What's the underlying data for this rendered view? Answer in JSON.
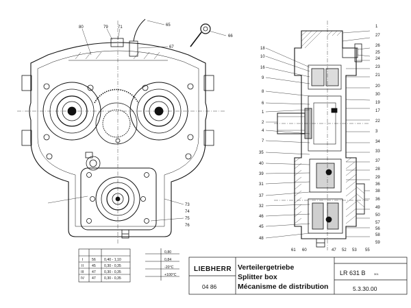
{
  "left_callouts": [
    {
      "n": "80"
    },
    {
      "n": "79"
    },
    {
      "n": "71"
    },
    {
      "n": "65"
    },
    {
      "n": "66"
    },
    {
      "n": "67"
    },
    {
      "n": "73"
    },
    {
      "n": "74"
    },
    {
      "n": "75"
    },
    {
      "n": "76"
    }
  ],
  "right_callouts_left": [
    {
      "n": "18"
    },
    {
      "n": "10"
    },
    {
      "n": "16"
    },
    {
      "n": "9"
    },
    {
      "n": "8"
    },
    {
      "n": "6"
    },
    {
      "n": "1"
    },
    {
      "n": "2"
    },
    {
      "n": "4"
    },
    {
      "n": "7"
    },
    {
      "n": "35"
    },
    {
      "n": "40"
    },
    {
      "n": "39"
    },
    {
      "n": "31"
    },
    {
      "n": "37"
    },
    {
      "n": "32"
    },
    {
      "n": "46"
    },
    {
      "n": "45"
    },
    {
      "n": "48"
    }
  ],
  "right_callouts_right": [
    {
      "n": "1"
    },
    {
      "n": "27"
    },
    {
      "n": "26"
    },
    {
      "n": "25"
    },
    {
      "n": "24"
    },
    {
      "n": "23"
    },
    {
      "n": "21"
    },
    {
      "n": "20"
    },
    {
      "n": "30"
    },
    {
      "n": "19"
    },
    {
      "n": "17"
    },
    {
      "n": "22"
    },
    {
      "n": "3"
    },
    {
      "n": "34"
    },
    {
      "n": "33"
    },
    {
      "n": "37"
    },
    {
      "n": "28"
    },
    {
      "n": "29"
    },
    {
      "n": "36"
    },
    {
      "n": "38"
    },
    {
      "n": "36"
    },
    {
      "n": "49"
    },
    {
      "n": "50"
    },
    {
      "n": "57"
    },
    {
      "n": "56"
    },
    {
      "n": "58"
    },
    {
      "n": "59"
    }
  ],
  "bottom_callouts": [
    {
      "n": "61"
    },
    {
      "n": "60"
    },
    {
      "n": "47"
    },
    {
      "n": "52"
    },
    {
      "n": "53"
    },
    {
      "n": "55"
    }
  ],
  "table_rows": [
    {
      "c1": "I",
      "c2": "56",
      "c3": "0,40 - 1,10"
    },
    {
      "c1": "II",
      "c2": "45",
      "c3": "0,30 - 0,35"
    },
    {
      "c1": "III",
      "c2": "47",
      "c3": "0,30 - 0,35"
    },
    {
      "c1": "IV",
      "c2": "47",
      "c3": "0,30 - 0,35"
    }
  ],
  "spec_rows": [
    {
      "v": "0,80"
    },
    {
      "v": "0,84"
    },
    {
      "v": "-20°C"
    },
    {
      "v": "+100°C"
    }
  ],
  "title_block": {
    "logo": "LIEBHERR",
    "title_de": "Verteilergetriebe",
    "title_en": "Splitter box",
    "title_fr": "Mécanisme de distribution",
    "model": "LR 631 B",
    "model_suffix": "301",
    "date": "04  86",
    "page": "5.3.30.00"
  }
}
